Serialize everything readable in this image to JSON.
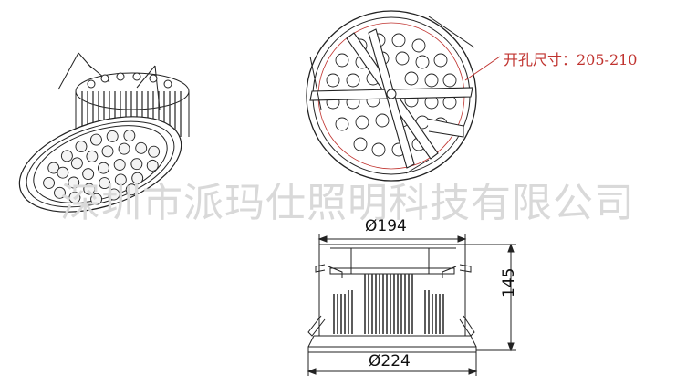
{
  "watermark": "深圳市派玛仕照明科技有限公司",
  "cutout_label": "开孔尺寸：205-210",
  "dims": {
    "top_diameter": "Ø194",
    "bottom_diameter": "Ø224",
    "height": "145"
  }
}
